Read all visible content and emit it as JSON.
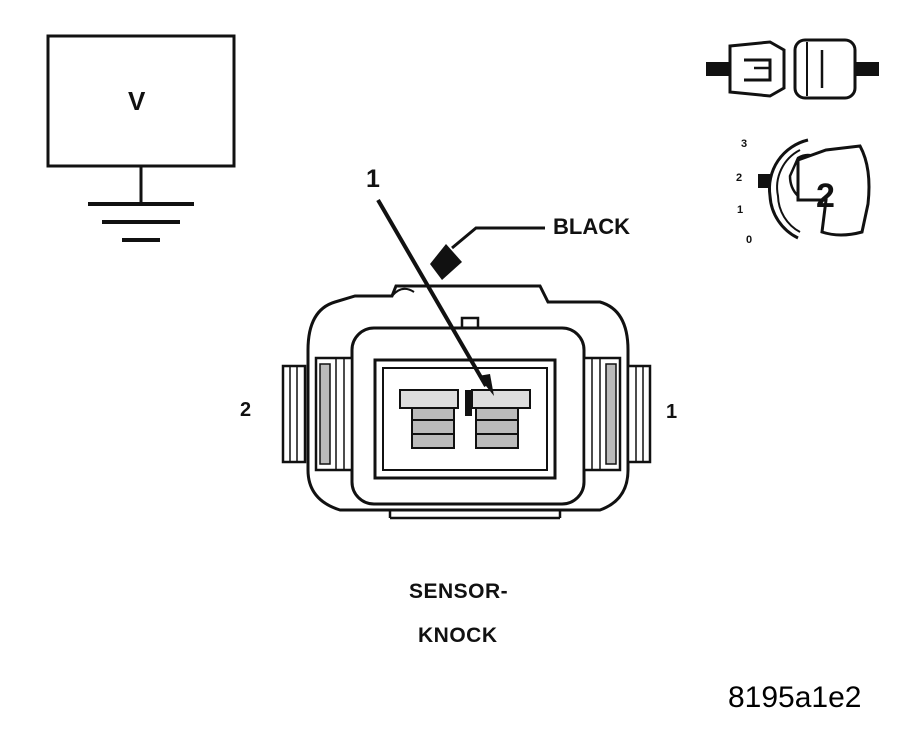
{
  "voltmeter": {
    "label": "V"
  },
  "connector": {
    "wire_number": "1",
    "color_callout": "BLACK",
    "cavity_left": "2",
    "cavity_right": "1",
    "title_line1": "SENSOR-",
    "title_line2": "KNOCK"
  },
  "view_indicator": {
    "scale_ticks": [
      "3",
      "2",
      "1",
      "0"
    ],
    "view_number": "2"
  },
  "figure_id": "8195a1e2"
}
